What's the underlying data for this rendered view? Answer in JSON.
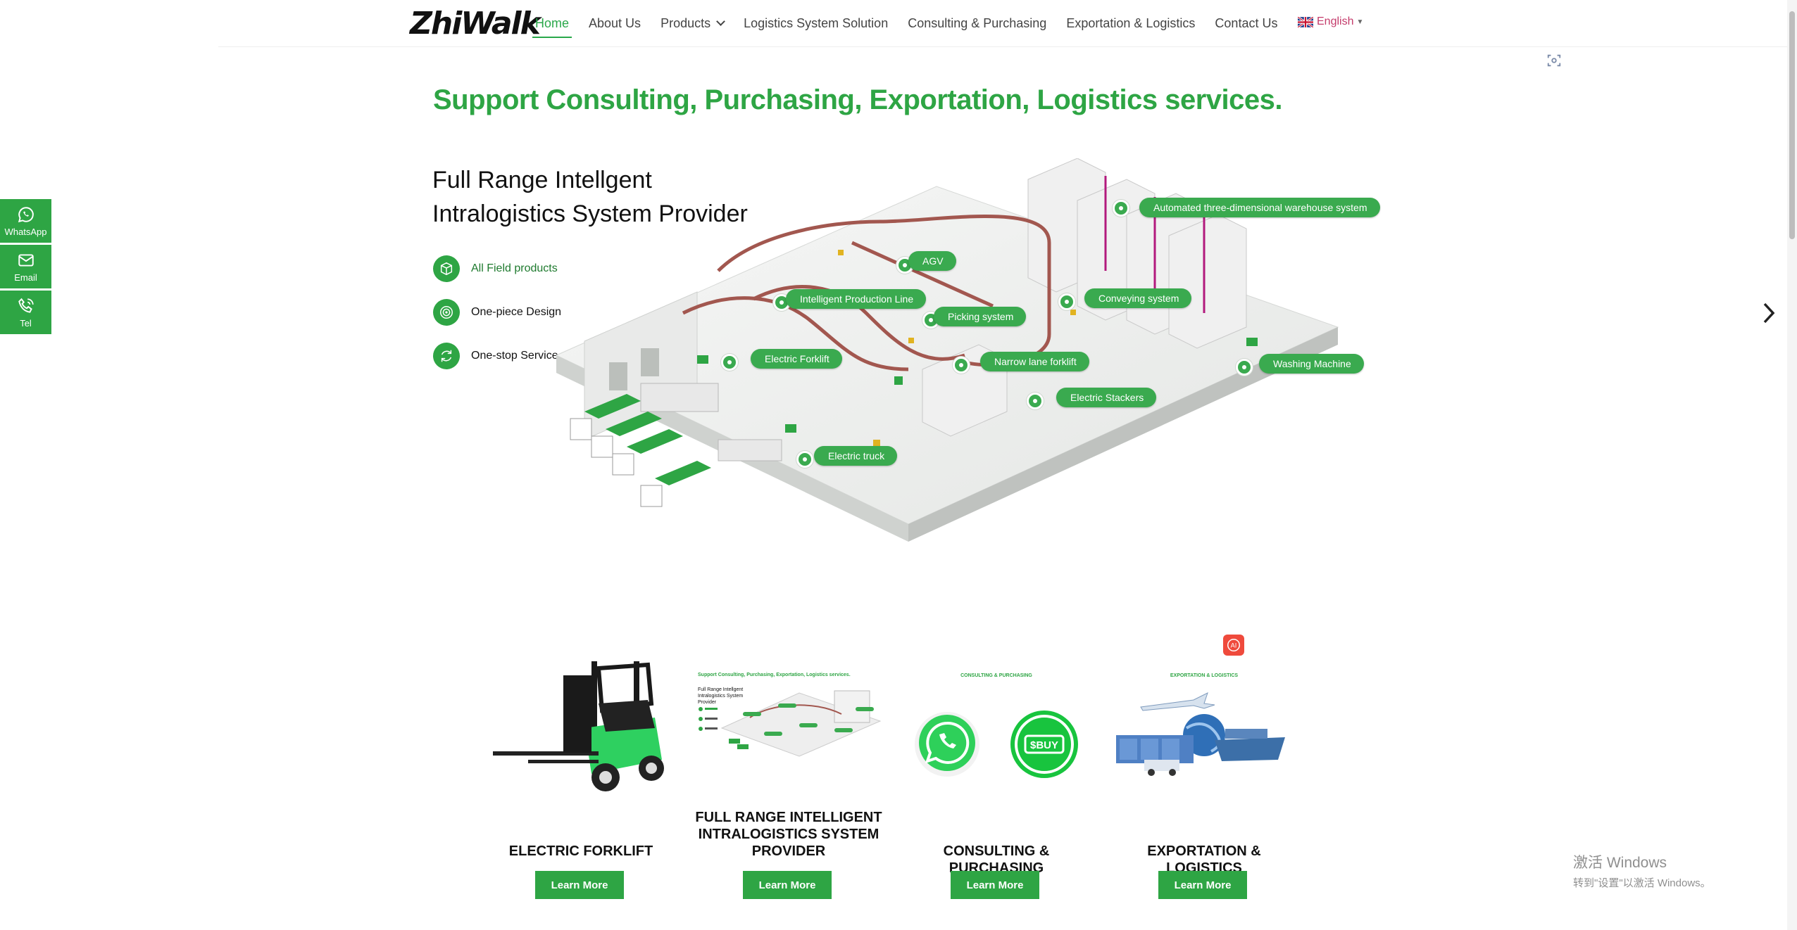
{
  "brand": {
    "logo_text": "ZhiWalk"
  },
  "nav": {
    "items": [
      {
        "label": "Home",
        "active": true
      },
      {
        "label": "About Us"
      },
      {
        "label": "Products",
        "has_dropdown": true
      },
      {
        "label": "Logistics System Solution"
      },
      {
        "label": "Consulting & Purchasing"
      },
      {
        "label": "Exportation & Logistics"
      },
      {
        "label": "Contact Us"
      }
    ],
    "language": "English"
  },
  "side_contact": [
    {
      "label": "WhatsApp",
      "icon": "whatsapp-icon"
    },
    {
      "label": "Email",
      "icon": "mail-icon"
    },
    {
      "label": "Tel",
      "icon": "phone-icon"
    }
  ],
  "hero": {
    "headline": "Support Consulting, Purchasing, Exportation, Logistics services.",
    "title_line1": "Full Range Intellgent",
    "title_line2": "Intralogistics System Provider",
    "features": [
      {
        "label": "All Field products",
        "icon": "cube-icon"
      },
      {
        "label": "One-piece Design",
        "icon": "target-icon"
      },
      {
        "label": "One-stop Service",
        "icon": "refresh-icon"
      }
    ],
    "scene_labels": [
      "Automated three-dimensional warehouse system",
      "AGV",
      "Intelligent Production Line",
      "Picking system",
      "Conveying system",
      "Electric Forklift",
      "Narrow lane forklift",
      "Washing Machine",
      "Electric Stackers",
      "Electric truck"
    ]
  },
  "cards": [
    {
      "title": "ELECTRIC FORKLIFT",
      "button": "Learn More"
    },
    {
      "title": "FULL RANGE INTELLIGENT INTRALOGISTICS SYSTEM PROVIDER",
      "button": "Learn More",
      "thumb_headline": "Support Consulting, Purchasing, Exportation, Logistics services.",
      "thumb_title": "Full Range Intellgent Intralogistics System Provider"
    },
    {
      "title": "CONSULTING & PURCHASING",
      "button": "Learn More",
      "thumb_headline": "CONSULTING & PURCHASING",
      "thumb_badge": "$BUY"
    },
    {
      "title": "EXPORTATION & LOGISTICS",
      "button": "Learn More",
      "thumb_headline": "EXPORTATION & LOGISTICS"
    }
  ],
  "ai_badge": "AI",
  "watermark": {
    "line1": "激活 Windows",
    "line2": "转到\"设置\"以激活 Windows。"
  },
  "colors": {
    "brand_green": "#2ea544",
    "text_dark": "#111111",
    "nav_text": "#444444",
    "lang_text": "#c43b6b"
  }
}
